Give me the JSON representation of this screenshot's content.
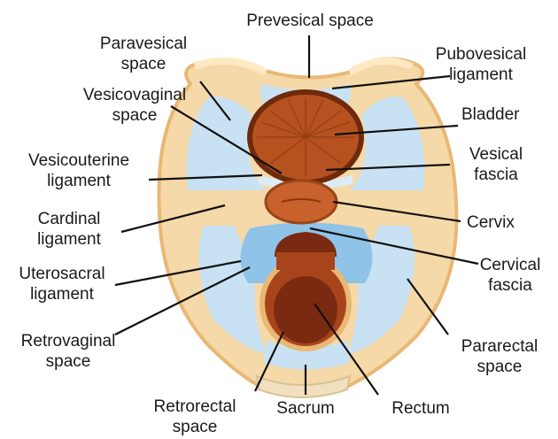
{
  "labels": {
    "prevesical_space": "Prevesical space",
    "paravesical_space": "Paravesical\nspace",
    "pubovesical_ligament": "Pubovesical\nligament",
    "vesicovaginal_space": "Vesicovaginal\nspace",
    "bladder": "Bladder",
    "vesicouterine_ligament": "Vesicouterine\nligament",
    "vesical_fascia": "Vesical\nfascia",
    "cardinal_ligament": "Cardinal\nligament",
    "cervix": "Cervix",
    "uterosacral_ligament": "Uterosacral\nligament",
    "cervical_fascia": "Cervical\nfascia",
    "retrovaginal_space": "Retrovaginal\nspace",
    "pararectal_space": "Pararectal\nspace",
    "retrorectal_space": "Retrorectal\nspace",
    "sacrum": "Sacrum",
    "rectum": "Rectum"
  },
  "colors": {
    "fat": "#f5d9a8",
    "fat_edge": "#e8b874",
    "space": "#c9e2f3",
    "space_deep": "#8fc3e8",
    "bladder": "#b5521f",
    "bladder_dark": "#6e2a0c",
    "cervix": "#c8612b",
    "rectum": "#a8441c",
    "rectum_lumen": "#7a2a10",
    "leader": "#111111"
  }
}
